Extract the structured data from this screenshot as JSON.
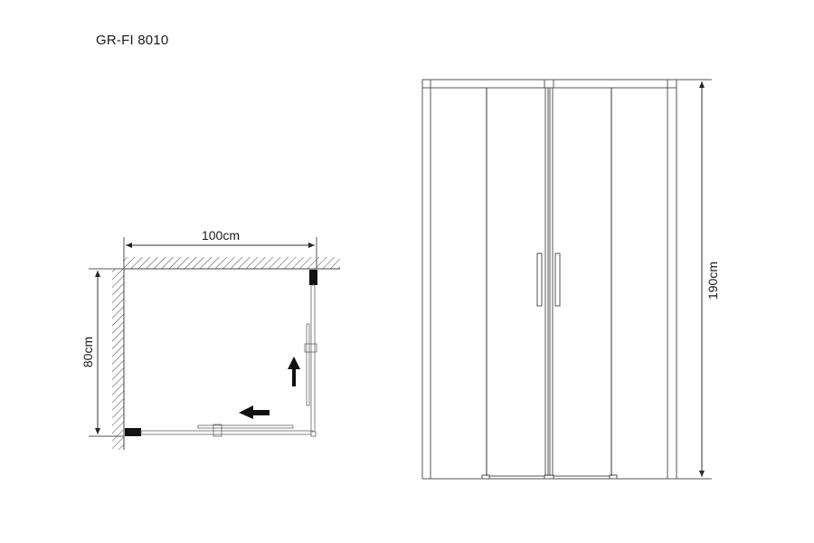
{
  "title": "GR-FI 8010",
  "plan_view": {
    "width_label": "100cm",
    "depth_label": "80cm",
    "icons": [
      "arrow-up-icon",
      "arrow-left-icon"
    ]
  },
  "front_view": {
    "height_label": "190cm"
  },
  "colors": {
    "line": "#555555",
    "fill_dark": "#111111",
    "background": "#ffffff"
  }
}
